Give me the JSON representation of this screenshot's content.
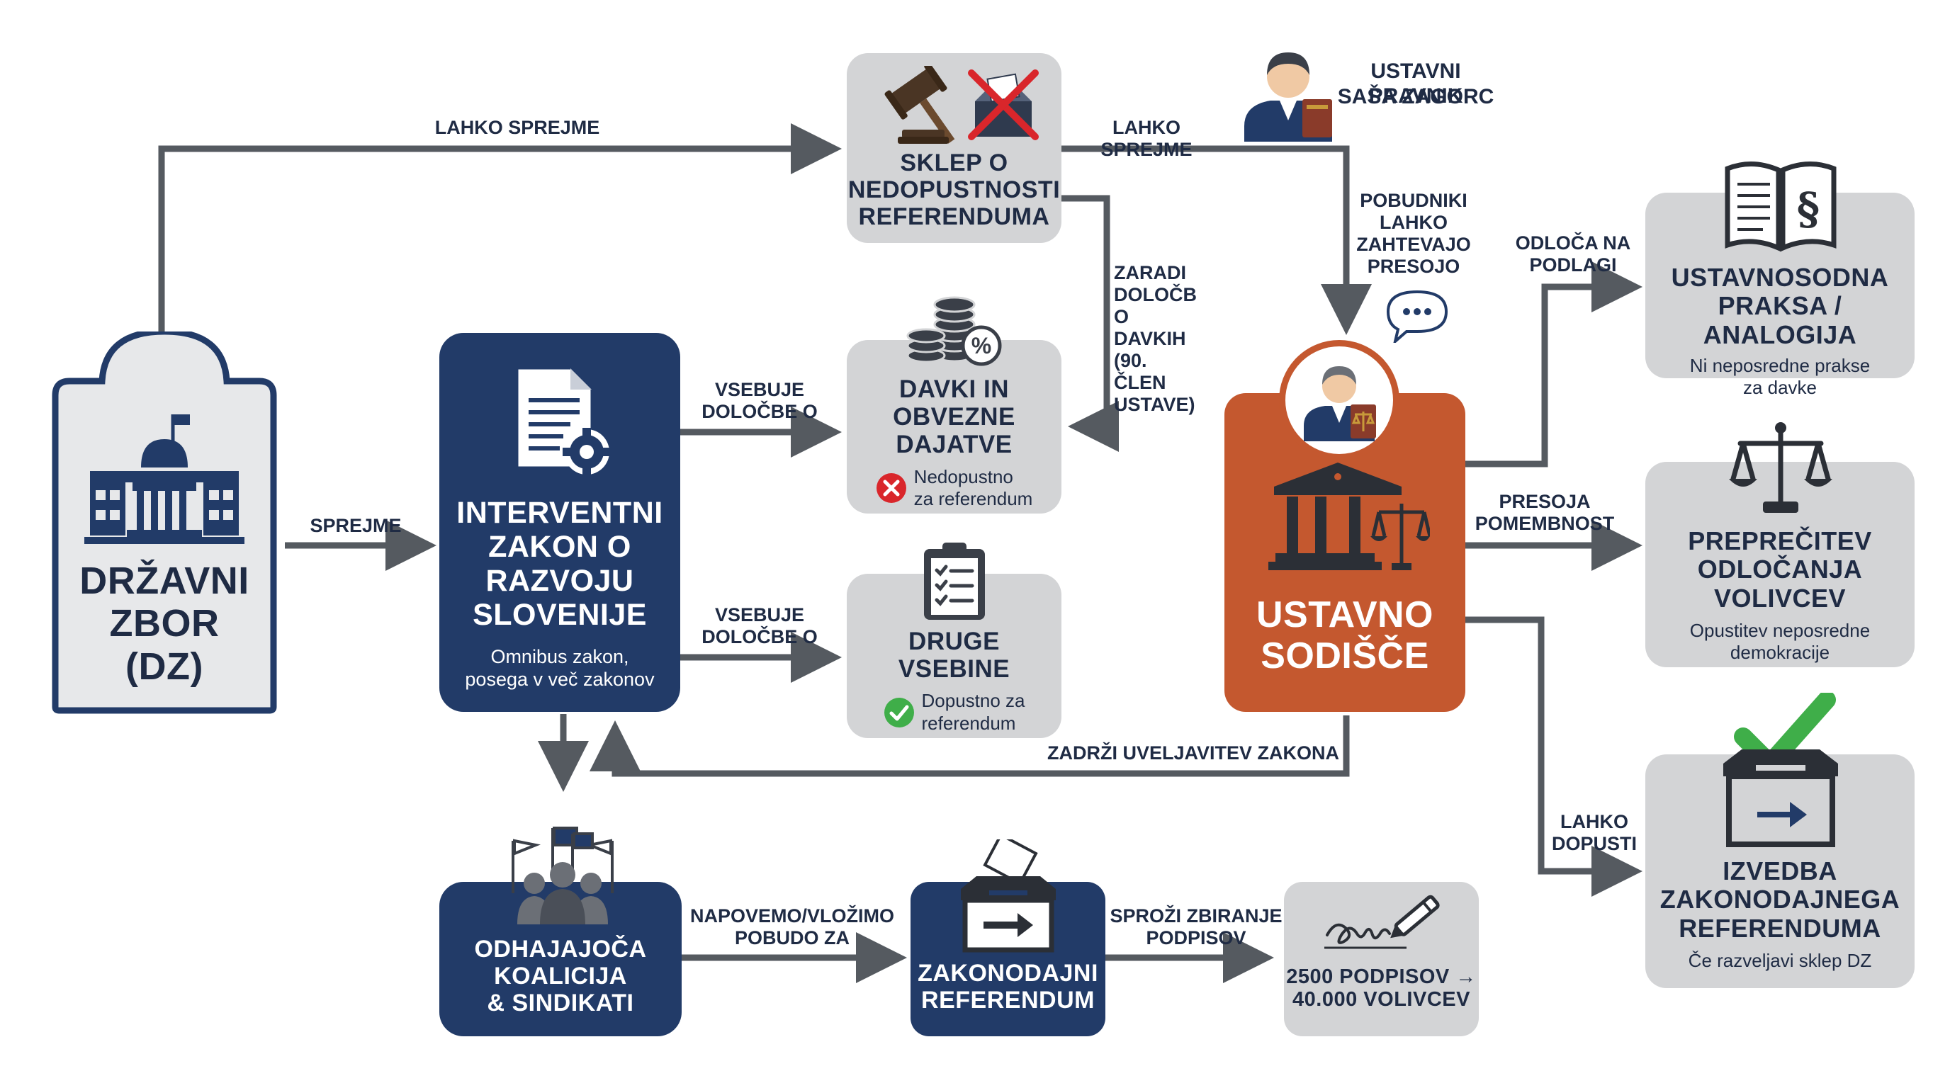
{
  "nodes": {
    "dz": {
      "title": "DRŽAVNI\nZBOR\n(DZ)"
    },
    "interventni": {
      "title": "INTERVENTNI\nZAKON O\nRAZVOJU\nSLOVENIJE",
      "subtitle": "Omnibus zakon,\nposega v več zakonov"
    },
    "sklep": {
      "title": "SKLEP O\nNEDOPUSTNOSTI\nREFERENDUMA"
    },
    "davki": {
      "title": "DAVKI IN\nOBVEZNE\nDAJATVE",
      "status": "Nedopustno\nza referendum"
    },
    "druge": {
      "title": "DRUGE\nVSEBINE",
      "status": "Dopustno za\nreferendum"
    },
    "koalicija": {
      "title": "ODHAJAJOČA\nKOALICIJA\n& SINDIKATI"
    },
    "referendum": {
      "title": "ZAKONODAJNI\nREFERENDUM"
    },
    "podpisi": {
      "title": "2500 PODPISOV →\n40.000 VOLIVCEV"
    },
    "sodisce": {
      "title": "USTAVNO\nSODIŠČE"
    },
    "praksa": {
      "title": "USTAVNOSODNA\nPRAKSA / ANALOGIJA",
      "subtitle": "Ni neposredne prakse\nza davke"
    },
    "preprecitev": {
      "title": "PREPREČITEV\nODLOČANJA\nVOLIVCEV",
      "subtitle": "Opustitev neposredne\ndemokracije"
    },
    "izvedba": {
      "title": "IZVEDBA\nZAKONODAJNEGA\nREFERENDUMA",
      "subtitle": "Če razveljavi sklep DZ"
    }
  },
  "person": {
    "role": "USTAVNI PRAVNIK",
    "name": "SAŠA ZAGORC"
  },
  "edges": {
    "dz_to_sklep": "LAHKO SPREJME",
    "sklep_to_sodisce": "LAHKO SPREJME",
    "dz_to_interventni": "SPREJME",
    "interventni_to_davki": "VSEBUJE\nDOLOČBE O",
    "interventni_to_druge": "VSEBUJE\nDOLOČBE O",
    "sklep_to_davki": "ZARADI\nDOLOČB\nO DAVKIH\n(90. ČLEN\nUSTAVE)",
    "pobudniki": "POBUDNIKI\nLAHKO\nZAHTEVAJO\nPRESOJO",
    "sodisce_to_praksa": "ODLOČA NA\nPODLAGI",
    "sodisce_to_preprecitev": "PRESOJA\nPOMEMBNOST",
    "sodisce_to_izvedba": "LAHKO\nDOPUSTI",
    "sodisce_to_interventni": "ZADRŽI UVELJAVITEV ZAKONA",
    "koalicija_to_referendum": "NAPOVEMO/VLOŽIMO\nPOBUDO ZA",
    "referendum_to_podpisi": "SPROŽI ZBIRANJE\nPODPISOV"
  },
  "icons": [
    "capitol-icon",
    "gavel-icon",
    "crossed-ballot-icon",
    "document-gear-icon",
    "coins-percent-icon",
    "clipboard-checklist-icon",
    "lawyer-person-icon",
    "judge-avatar-icon",
    "courthouse-scales-icon",
    "law-book-icon",
    "scales-icon",
    "ballot-box-check-icon",
    "protest-flags-icon",
    "ballot-box-icon",
    "signature-pen-icon",
    "speech-bubble-icon",
    "red-x-icon",
    "green-check-icon"
  ],
  "colors": {
    "navy": "#223b68",
    "orange": "#c4582f",
    "gray_box": "#d3d4d6",
    "arrow": "#555a60",
    "check_green": "#3fae49",
    "cross_red": "#d9262b"
  }
}
